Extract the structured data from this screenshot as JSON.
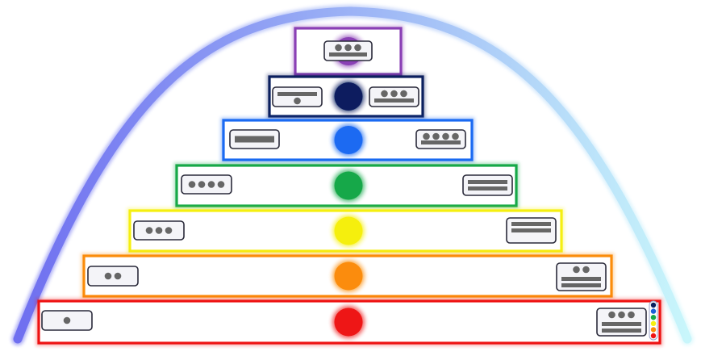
{
  "colors": {
    "arc_start": "#6f6ff0",
    "arc_end": "#c8f6fb",
    "card_fill": "#f4f4f8",
    "card_stroke": "#2a2a3a",
    "glyph": "#666666",
    "background": "#ffffff"
  },
  "tiers": [
    {
      "name": "violet",
      "color": "#8a3fb5",
      "left_card": {
        "type": "dots-bar",
        "dots": 3
      },
      "right_card": null
    },
    {
      "name": "navy",
      "color": "#0b1f5e",
      "left_card": {
        "type": "bar-dot",
        "dots": 1
      },
      "right_card": {
        "type": "dots-bar",
        "dots": 3
      }
    },
    {
      "name": "blue",
      "color": "#1a6af2",
      "left_card": {
        "type": "bar"
      },
      "right_card": {
        "type": "dots-bar",
        "dots": 4
      }
    },
    {
      "name": "green",
      "color": "#17a848",
      "left_card": {
        "type": "dots",
        "dots": 4
      },
      "right_card": {
        "type": "bars",
        "count": 2
      }
    },
    {
      "name": "yellow",
      "color": "#f5ef10",
      "left_card": {
        "type": "dots",
        "dots": 3
      },
      "right_card": {
        "type": "bars-dot",
        "count": 2
      }
    },
    {
      "name": "orange",
      "color": "#fb8c0a",
      "left_card": {
        "type": "dots",
        "dots": 2
      },
      "right_card": {
        "type": "dots-bars",
        "dots": 2,
        "count": 2
      }
    },
    {
      "name": "red",
      "color": "#ee1212",
      "left_card": {
        "type": "dots",
        "dots": 1
      },
      "right_card": {
        "type": "dots-bars",
        "dots": 3,
        "count": 2
      }
    }
  ],
  "side_legend": {
    "colors": [
      "#0b1f5e",
      "#1a5fd8",
      "#17a848",
      "#f5ef10",
      "#fb8c0a",
      "#ee1212"
    ]
  }
}
